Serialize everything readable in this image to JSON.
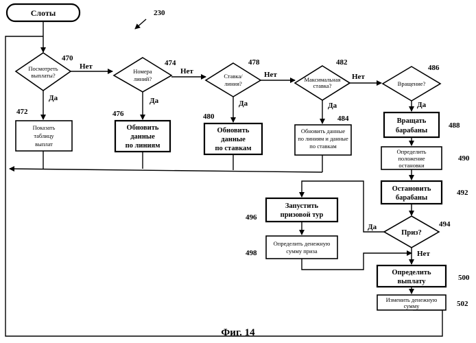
{
  "figure": {
    "number": "230",
    "caption": "Фиг. 14"
  },
  "start": {
    "label": "Слоты"
  },
  "labels": {
    "yes": "Да",
    "no": "Нет"
  },
  "nodes": {
    "470": {
      "ref": "470",
      "lines": [
        "Посмотреть",
        "выплаты?"
      ]
    },
    "472": {
      "ref": "472",
      "lines": [
        "Показать",
        "таблицу",
        "выплат"
      ]
    },
    "474": {
      "ref": "474",
      "lines": [
        "Номера",
        "линий?"
      ]
    },
    "476": {
      "ref": "476",
      "lines": [
        "Обновить",
        "данные",
        "по линиям"
      ]
    },
    "478": {
      "ref": "478",
      "lines": [
        "Ставка/",
        "линия?"
      ]
    },
    "480": {
      "ref": "480",
      "lines": [
        "Обновить",
        "данные",
        "по ставкам"
      ]
    },
    "482": {
      "ref": "482",
      "lines": [
        "Максимальная",
        "ставка?"
      ]
    },
    "484": {
      "ref": "484",
      "lines": [
        "Обновить данные",
        "по линиям и данные",
        "по ставкам"
      ]
    },
    "486": {
      "ref": "486",
      "lines": [
        "Вращение?"
      ]
    },
    "488": {
      "ref": "488",
      "lines": [
        "Вращать",
        "барабаны"
      ]
    },
    "490": {
      "ref": "490",
      "lines": [
        "Определить",
        "положение",
        "остановки"
      ]
    },
    "492": {
      "ref": "492",
      "lines": [
        "Остановить",
        "барабаны"
      ]
    },
    "494": {
      "ref": "494",
      "lines": [
        "Приз?"
      ]
    },
    "496": {
      "ref": "496",
      "lines": [
        "Запустить",
        "призовой тур"
      ]
    },
    "498": {
      "ref": "498",
      "lines": [
        "Определить денежную",
        "сумму приза"
      ]
    },
    "500": {
      "ref": "500",
      "lines": [
        "Определить",
        "выплату"
      ]
    },
    "502": {
      "ref": "502",
      "lines": [
        "Изменить денежную",
        "сумму"
      ]
    }
  }
}
